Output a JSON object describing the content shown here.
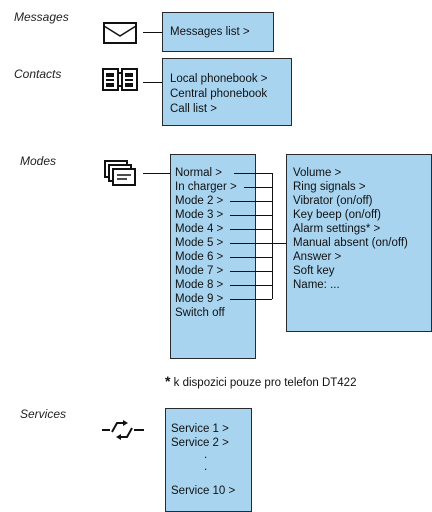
{
  "sections": {
    "messages": {
      "label": "Messages",
      "items": [
        "Messages list >"
      ]
    },
    "contacts": {
      "label": "Contacts",
      "items": [
        "Local phonebook >",
        "Central phonebook",
        "Call list >"
      ]
    },
    "modes": {
      "label": "Modes",
      "items": [
        "Normal >",
        "In charger >",
        "Mode 2 >",
        "Mode 3 >",
        "Mode 4 >",
        "Mode 5 >",
        "Mode 6 >",
        "Mode 7 >",
        "Mode 8 >",
        "Mode 9 >",
        "Switch off"
      ],
      "settings": [
        "Volume >",
        "Ring signals >",
        "Vibrator (on/off)",
        "Key beep (on/off)",
        "Alarm settings* >",
        "Manual absent (on/off)",
        "Answer >",
        "Soft key",
        "Name: ..."
      ]
    },
    "footnote": {
      "star": "*",
      "text": " k dispozici pouze pro telefon DT422"
    },
    "services": {
      "label": "Services",
      "items": [
        "Service 1 >",
        "Service 2 >",
        ".",
        ".",
        "Service 10 >"
      ]
    }
  },
  "colors": {
    "box_fill": "#a8d4f0",
    "line": "#111111"
  },
  "icons": {
    "messages": "envelope-icon",
    "contacts": "phonebook-icon",
    "modes": "modes-cards-icon",
    "services": "services-arrows-icon"
  }
}
